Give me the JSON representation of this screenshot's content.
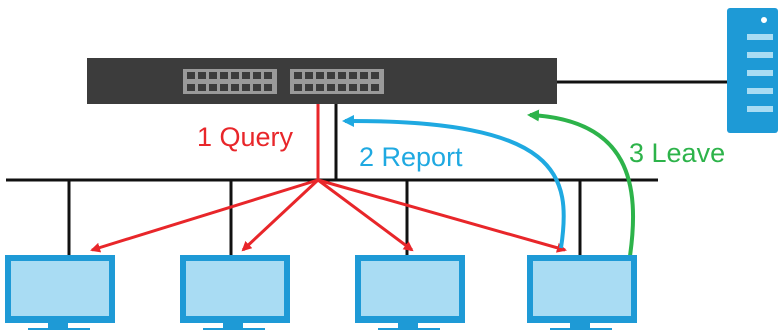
{
  "labels": {
    "query": "1 Query",
    "report": "2 Report",
    "leave": "3 Leave"
  },
  "colors": {
    "query": "#e8262a",
    "report": "#1fa9e1",
    "leave": "#2db34a",
    "switch_body": "#3c3c3c",
    "port_block": "#9a9a9a",
    "line": "#111111",
    "monitor_frame": "#1e9ad6",
    "monitor_screen": "#a9dcf3",
    "server_body": "#1e9ad6",
    "server_light": "#a9dcf3"
  },
  "icons": {
    "switch": "network-switch-icon",
    "server": "server-icon",
    "host": "computer-monitor-icon"
  }
}
